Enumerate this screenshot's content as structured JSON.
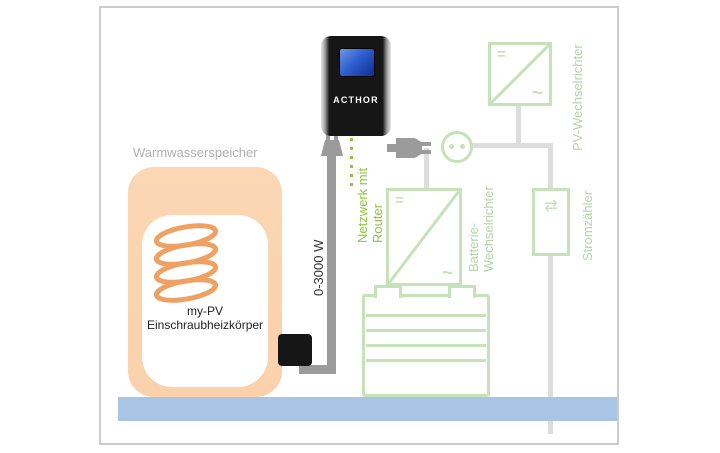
{
  "tank": {
    "title": "Warmwasserspeicher",
    "heater_label_line1": "my-PV",
    "heater_label_line2": "Einschraubheizkörper"
  },
  "acthor": {
    "name": "ACTHOR",
    "power_range": "0-3000 W"
  },
  "network": {
    "line1": "Netzwerk mit",
    "line2": "Router"
  },
  "components": {
    "pv_inverter": "PV-Wechselrichter",
    "battery_inverter_line1": "Batterie-",
    "battery_inverter_line2": "Wechselrichter",
    "meter": "Stromzähler"
  },
  "icons": {
    "ac_symbol": "~",
    "dc_symbol": "=",
    "meter_arrows": "⇄"
  },
  "colors": {
    "accent_green": "#8dc63f",
    "faded_green": "#c6e2b8",
    "faded_green_text": "#b3d5a4",
    "tank_orange": "#fad1ab",
    "coil_orange": "#efa164",
    "cable_gray": "#9b9b9b",
    "line_gray": "#dddddd",
    "bus_blue": "#a8c5e6",
    "frame_gray": "#cccccc",
    "label_gray": "#b0b0b0",
    "screen_blue": "#2f5fd0",
    "device_black": "#161616"
  }
}
